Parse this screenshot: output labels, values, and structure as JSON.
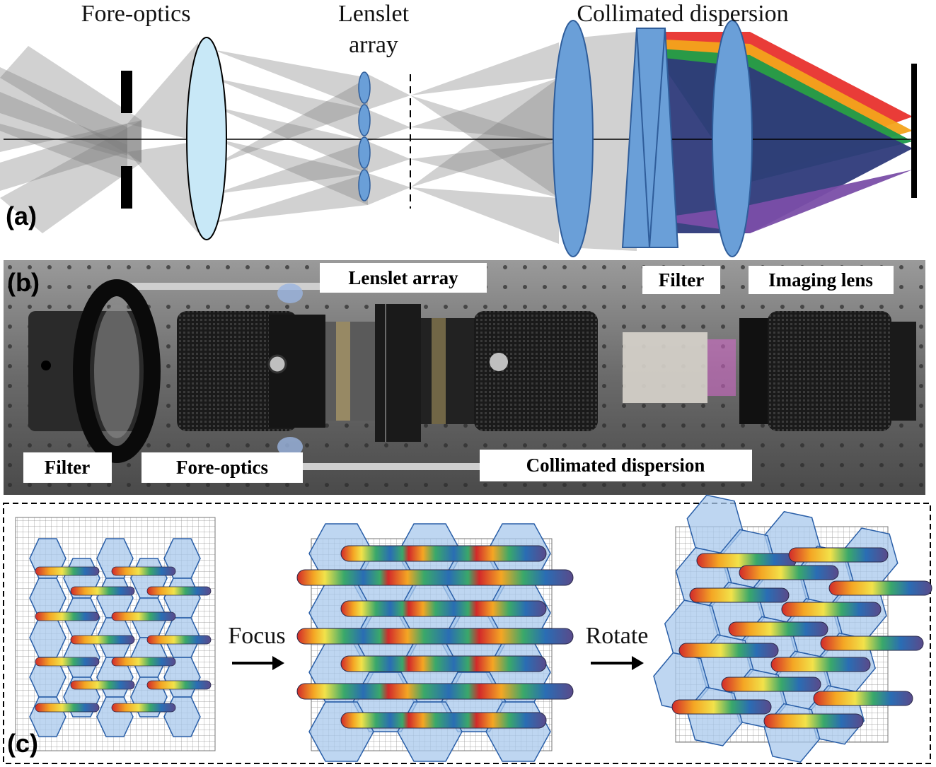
{
  "panel_a": {
    "letter": "(a)",
    "title_foreoptics": "Fore-optics",
    "title_lenslet_line1": "Lenslet",
    "title_lenslet_line2": "array",
    "title_collimated": "Collimated dispersion"
  },
  "panel_b": {
    "letter": "(b)",
    "labels": {
      "lenslet_array": "Lenslet array",
      "filter_top": "Filter",
      "imaging_lens": "Imaging lens",
      "filter_bottom": "Filter",
      "fore_optics": "Fore-optics",
      "collimated_dispersion": "Collimated dispersion"
    }
  },
  "panel_c": {
    "letter": "(c)",
    "focus_label": "Focus",
    "rotate_label": "Rotate"
  },
  "colors": {
    "lens_light": "#c8e8f7",
    "lens_blue": "#6a9fd8",
    "lens_stroke": "#2f5d9a",
    "ray_gray": "#9a9a9a",
    "spectrum_red": "#e8322d",
    "spectrum_orange": "#f3a31b",
    "spectrum_green": "#1e9a4a",
    "spectrum_indigo": "#2e3a7a",
    "spectrum_violet": "#7a4ea8",
    "hex_fill": "#a8c8ec",
    "hex_stroke": "#2a5fa8"
  }
}
